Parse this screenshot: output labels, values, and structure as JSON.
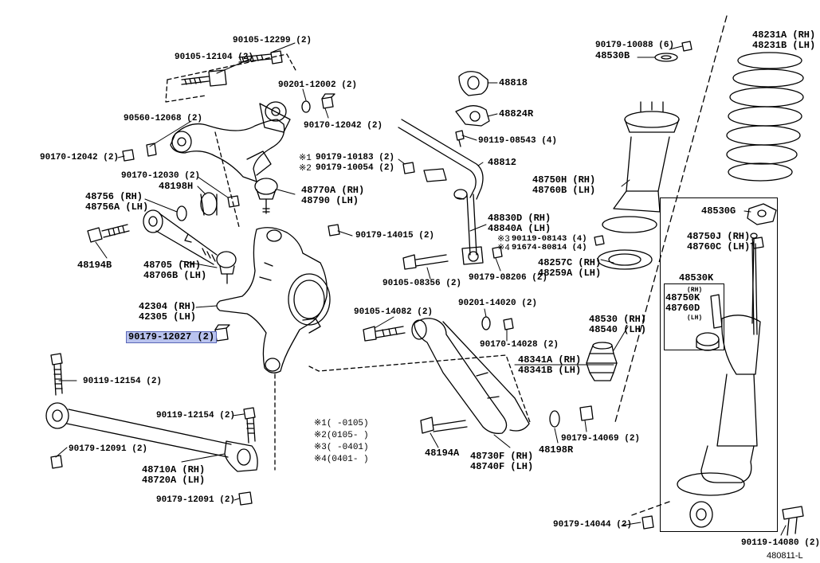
{
  "parts": [
    {
      "id": "p1",
      "num": "90105-12299 (2)"
    },
    {
      "id": "p2",
      "num": "90105-12104 (2)"
    },
    {
      "id": "p3",
      "num": "90201-12002 (2)"
    },
    {
      "id": "p4",
      "num": "90560-12068 (2)"
    },
    {
      "id": "p5",
      "num": "90170-12042 (2)"
    },
    {
      "id": "p6",
      "num": "90170-12042 (2)"
    },
    {
      "id": "p7",
      "num": "90170-12030 (2)"
    },
    {
      "id": "p8",
      "num": "48198H"
    },
    {
      "id": "p9",
      "num": "48756 (RH)"
    },
    {
      "id": "p10",
      "num": "48756A (LH)"
    },
    {
      "id": "p11",
      "num": "48770A (RH)"
    },
    {
      "id": "p12",
      "num": "48790 (LH)"
    },
    {
      "id": "p13",
      "num": "48194B"
    },
    {
      "id": "p14",
      "num": "48705 (RH)"
    },
    {
      "id": "p15",
      "num": "48706B (LH)"
    },
    {
      "id": "p16",
      "num": "42304 (RH)"
    },
    {
      "id": "p17",
      "num": "42305 (LH)"
    },
    {
      "id": "p18",
      "num": "90179-12027 (2)"
    },
    {
      "id": "p19",
      "num": "90119-12154 (2)"
    },
    {
      "id": "p20",
      "num": "90119-12154 (2)"
    },
    {
      "id": "p21",
      "num": "90179-12091 (2)"
    },
    {
      "id": "p22",
      "num": "48710A (RH)"
    },
    {
      "id": "p23",
      "num": "48720A (LH)"
    },
    {
      "id": "p24",
      "num": "90179-12091 (2)"
    },
    {
      "id": "p25",
      "num": "48818"
    },
    {
      "id": "p26",
      "num": "48824R"
    },
    {
      "id": "p27",
      "num": "90119-08543 (4)"
    },
    {
      "id": "p28",
      "num": "90179-10183 (2)"
    },
    {
      "id": "p29",
      "num": "90179-10054 (2)"
    },
    {
      "id": "p30",
      "num": "48812"
    },
    {
      "id": "p31",
      "num": "90179-14015 (2)"
    },
    {
      "id": "p32",
      "num": "48830D (RH)"
    },
    {
      "id": "p33",
      "num": "48840A (LH)"
    },
    {
      "id": "p34",
      "num": "90119-08143 (4)"
    },
    {
      "id": "p35",
      "num": "91674-80814 (4)"
    },
    {
      "id": "p36",
      "num": "90105-08356 (2)"
    },
    {
      "id": "p37",
      "num": "90179-08206 (2)"
    },
    {
      "id": "p38",
      "num": "90105-14082 (2)"
    },
    {
      "id": "p39",
      "num": "90201-14020 (2)"
    },
    {
      "id": "p40",
      "num": "90170-14028 (2)"
    },
    {
      "id": "p41",
      "num": "48341A (RH)"
    },
    {
      "id": "p42",
      "num": "48341B (LH)"
    },
    {
      "id": "p43",
      "num": "48194A"
    },
    {
      "id": "p44",
      "num": "48730F (RH)"
    },
    {
      "id": "p45",
      "num": "48740F (LH)"
    },
    {
      "id": "p46",
      "num": "48198R"
    },
    {
      "id": "p47",
      "num": "90179-14069 (2)"
    },
    {
      "id": "p48",
      "num": "90179-10088 (6)"
    },
    {
      "id": "p49",
      "num": "48530B"
    },
    {
      "id": "p50",
      "num": "48231A (RH)"
    },
    {
      "id": "p51",
      "num": "48231B (LH)"
    },
    {
      "id": "p52",
      "num": "48750H (RH)"
    },
    {
      "id": "p53",
      "num": "48760B (LH)"
    },
    {
      "id": "p54",
      "num": "48530G"
    },
    {
      "id": "p55",
      "num": "48750J (RH)"
    },
    {
      "id": "p56",
      "num": "48760C (LH)"
    },
    {
      "id": "p57",
      "num": "48257C (RH)"
    },
    {
      "id": "p58",
      "num": "48259A (LH)"
    },
    {
      "id": "p59",
      "num": "48530K"
    },
    {
      "id": "p60",
      "num": "48750K"
    },
    {
      "id": "p61",
      "num": "48760D"
    },
    {
      "id": "p62",
      "num": "48530 (RH)"
    },
    {
      "id": "p63",
      "num": "48540 (LH)"
    },
    {
      "id": "p64",
      "num": "90179-14044 (2)"
    },
    {
      "id": "p65",
      "num": "90119-14080 (2)"
    }
  ],
  "small_marks": {
    "rh": "(RH)",
    "lh": "(LH)"
  },
  "notes": {
    "n1": "※1(      -0105)",
    "n2": "※2(0105-      )",
    "n3": "※3(      -0401)",
    "n4": "※4(0401-      )",
    "m1": "※1",
    "m2": "※2",
    "m3": "※3",
    "m4": "※4"
  },
  "diagram_id": "480811-L",
  "selected": "90179-12027 (2)"
}
